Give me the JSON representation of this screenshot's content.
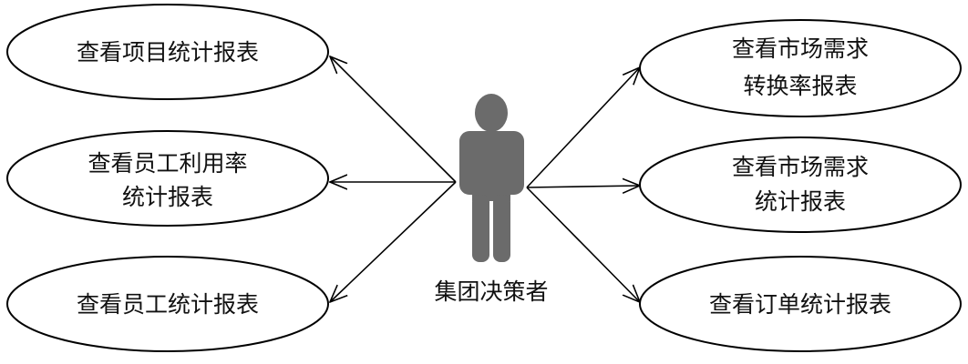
{
  "actor": {
    "name": "集团决策者",
    "color": "#6b6b6b"
  },
  "use_cases": [
    {
      "id": "uc-project-stats",
      "lines": [
        "查看项目统计报表"
      ]
    },
    {
      "id": "uc-staff-utilization",
      "lines": [
        "查看员工利用率",
        "统计报表"
      ]
    },
    {
      "id": "uc-staff-stats",
      "lines": [
        "查看员工统计报表"
      ]
    },
    {
      "id": "uc-market-conversion",
      "lines": [
        "查看市场需求",
        "转换率报表"
      ]
    },
    {
      "id": "uc-market-stats",
      "lines": [
        "查看市场需求",
        "统计报表"
      ]
    },
    {
      "id": "uc-order-stats",
      "lines": [
        "查看订单统计报表"
      ]
    }
  ]
}
